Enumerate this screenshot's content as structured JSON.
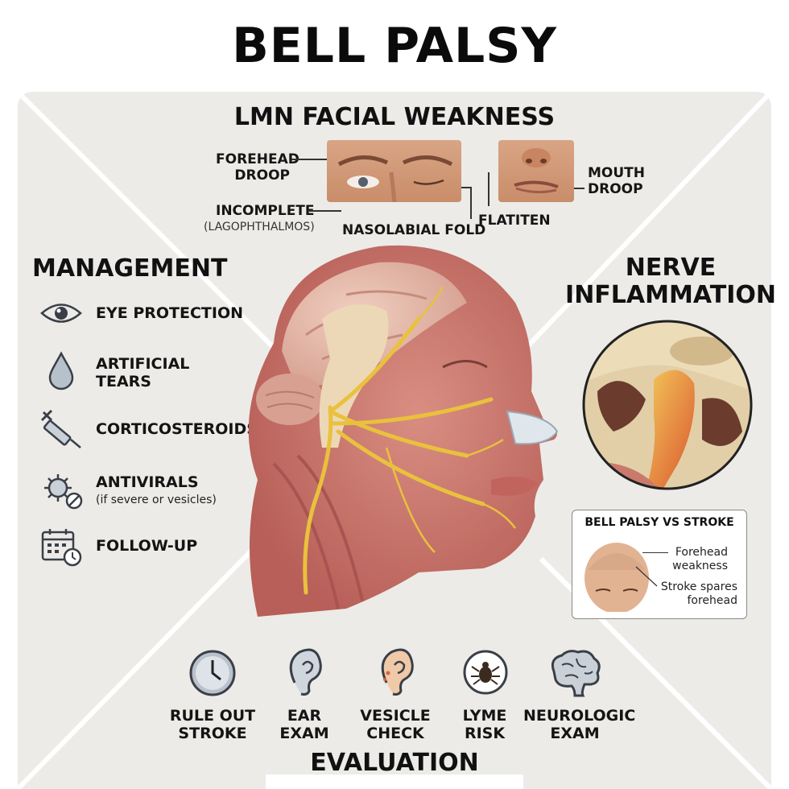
{
  "title": "BELL PALSY",
  "lmn": {
    "heading": "LMN FACIAL WEAKNESS",
    "forehead_droop": [
      "FOREHEAD",
      "DROOP"
    ],
    "incomplete": "INCOMPLETE",
    "lagophthalmos": "(LAGOPHTHALMOS)",
    "nasolabial_fold": "NASOLABIAL FOLD",
    "flatten": "FLATITEN",
    "mouth_droop": [
      "MOUTH",
      "DROOP"
    ]
  },
  "management": {
    "heading": "MANAGEMENT",
    "items": [
      {
        "label": "EYE PROTECTION",
        "icon": "eye-icon"
      },
      {
        "label": "ARTIFICIAL",
        "label2": "TEARS",
        "icon": "water-drop-icon"
      },
      {
        "label": "CORTICOSTEROIDS",
        "icon": "syringe-icon"
      },
      {
        "label": "ANTIVIRALS",
        "sub": "(if severe or vesicles)",
        "icon": "virus-icon"
      },
      {
        "label": "FOLLOW-UP",
        "icon": "calendar-clock-icon"
      }
    ]
  },
  "nerve": {
    "heading": [
      "NERVE",
      "INFLAMMATION"
    ]
  },
  "comparison": {
    "heading": "BELL PALSY VS STROKE",
    "note1": [
      "Forehead",
      "weakness"
    ],
    "note2": [
      "Stroke spares",
      "forehead"
    ]
  },
  "evaluation": {
    "heading": "EVALUATION",
    "items": [
      {
        "label": [
          "RULE OUT",
          "STROKE"
        ],
        "icon": "clock-icon"
      },
      {
        "label": [
          "EAR",
          "EXAM"
        ],
        "icon": "ear-icon"
      },
      {
        "label": [
          "VESICLE",
          "CHECK"
        ],
        "icon": "ear-vesicle-icon"
      },
      {
        "label": [
          "LYME",
          "RISK"
        ],
        "icon": "tick-icon"
      },
      {
        "label": [
          "NEUROLOGIC",
          "EXAM"
        ],
        "icon": "brain-icon"
      }
    ]
  },
  "colors": {
    "panel": "#ecebe8",
    "muscle": "#c9746a",
    "nerve": "#e9c13d",
    "skin": "#d9a585"
  }
}
